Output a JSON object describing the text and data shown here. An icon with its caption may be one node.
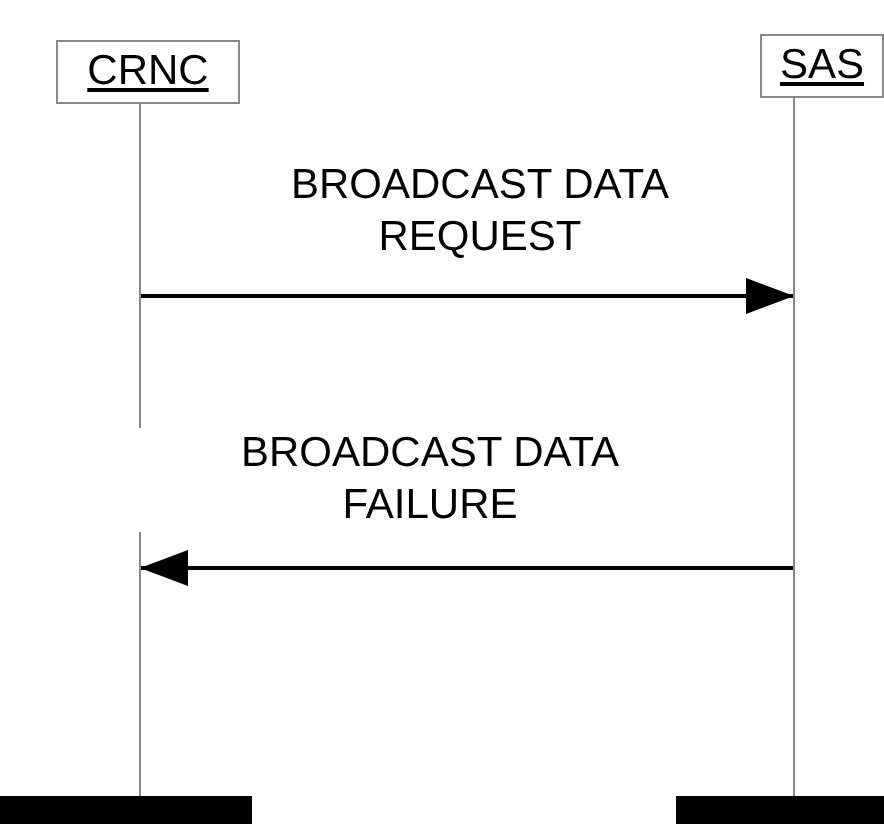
{
  "diagram": {
    "nodes": [
      {
        "text": [
          "CRNC"
        ]
      },
      {
        "text": [
          "SAS"
        ]
      }
    ],
    "edges": [
      {
        "from": 0,
        "to": 1,
        "arrow": "to",
        "label": "BROADCAST DATA REQUEST"
      },
      {
        "from": 1,
        "to": 0,
        "arrow": "to",
        "label": "BROADCAST DATA FAILURE"
      }
    ]
  }
}
